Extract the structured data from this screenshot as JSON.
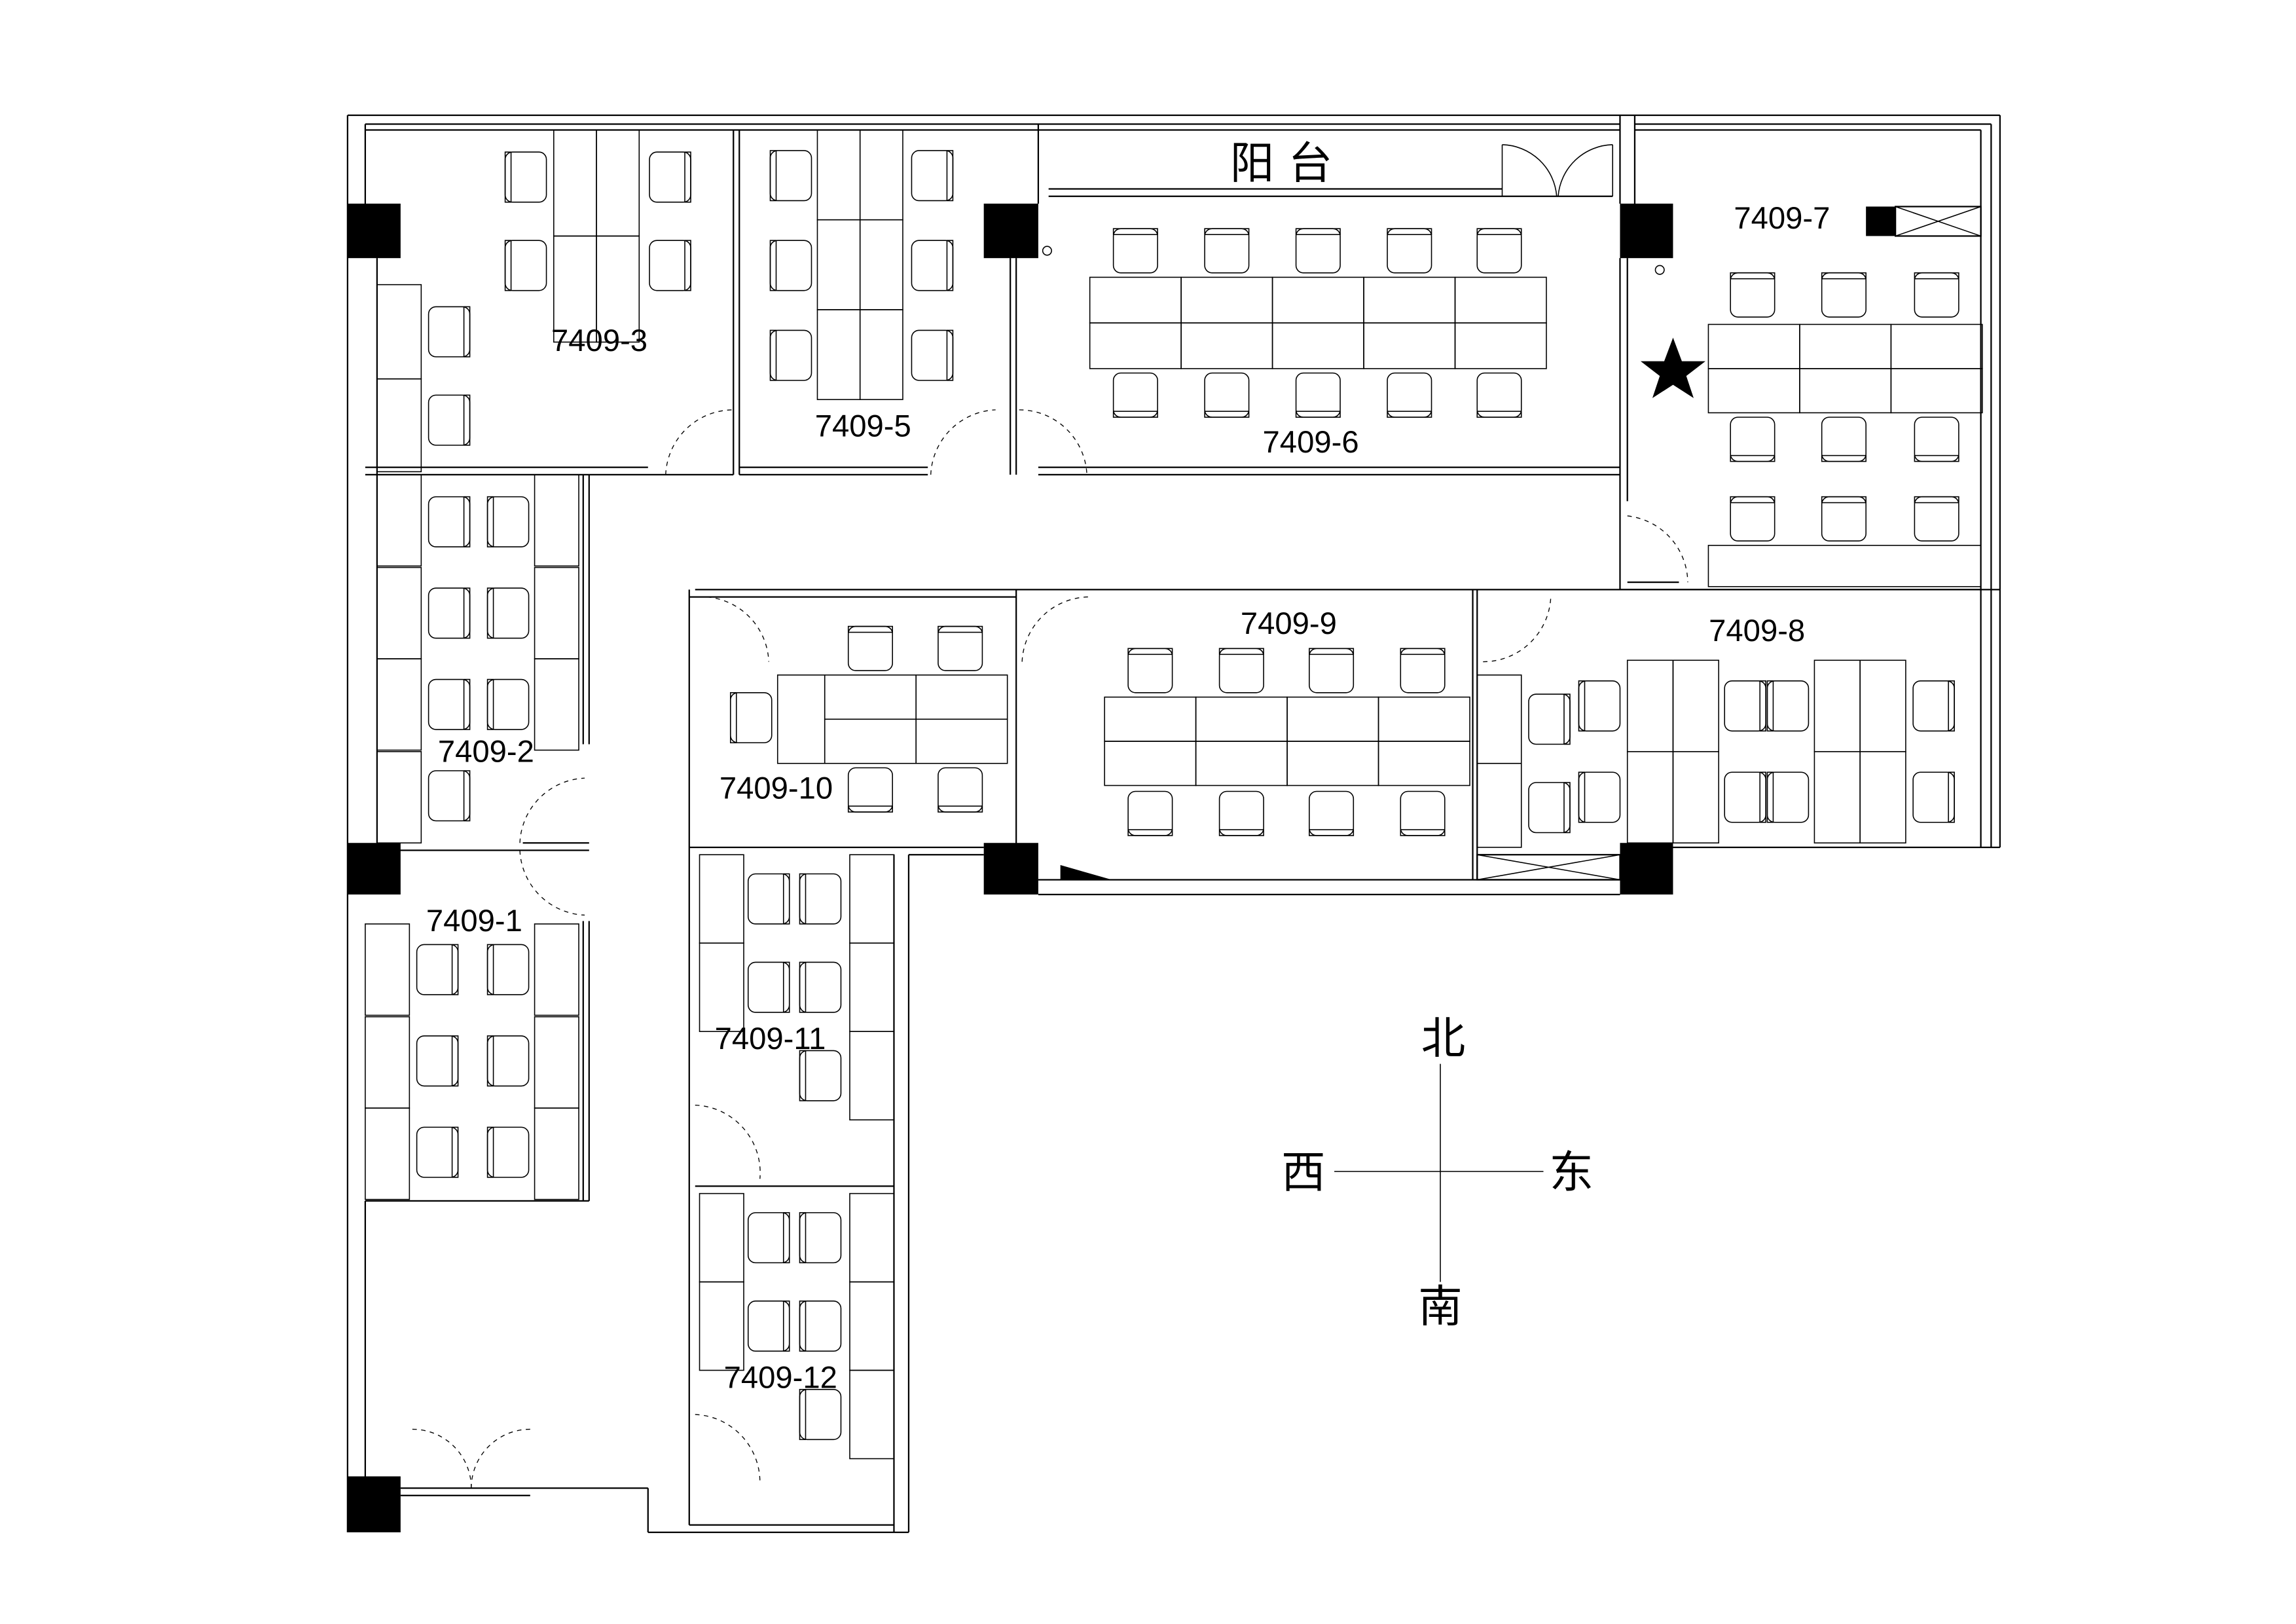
{
  "plan": {
    "balcony_label": "阳 台",
    "rooms": [
      {
        "id": "7409-1"
      },
      {
        "id": "7409-2"
      },
      {
        "id": "7409-3"
      },
      {
        "id": "7409-5"
      },
      {
        "id": "7409-6"
      },
      {
        "id": "7409-7"
      },
      {
        "id": "7409-8"
      },
      {
        "id": "7409-9"
      },
      {
        "id": "7409-10"
      },
      {
        "id": "7409-11"
      },
      {
        "id": "7409-12"
      }
    ],
    "compass": {
      "north": "北",
      "south": "南",
      "west": "西",
      "east": "东"
    },
    "marker_icon": "star-icon"
  }
}
